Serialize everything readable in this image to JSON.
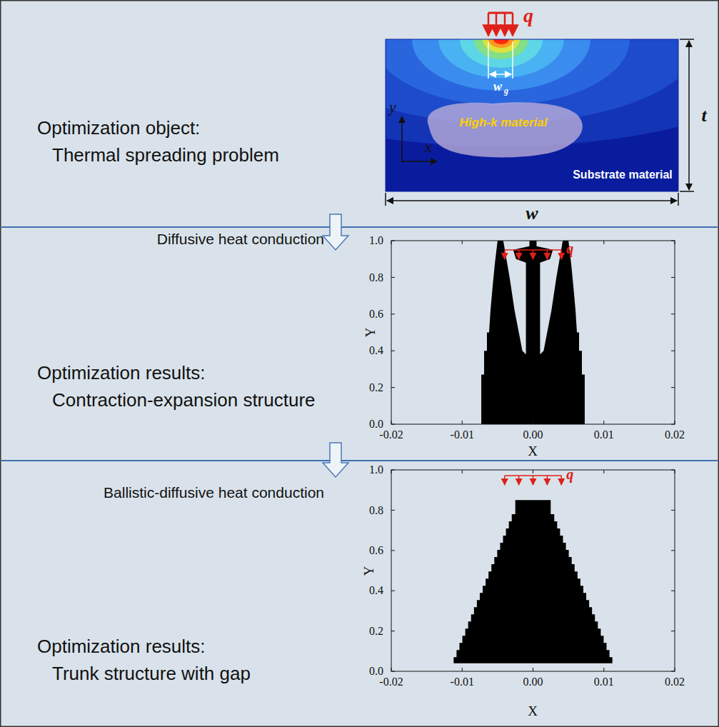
{
  "diagram": {
    "nodes": [
      {
        "text": [
          "Optimization object:",
          "Thermal spreading problem"
        ]
      },
      {
        "text": [
          "Optimization results:",
          "Contraction-expansion structure"
        ]
      },
      {
        "text": [
          "Optimization results:",
          "Trunk structure with gap"
        ]
      }
    ],
    "edges": [
      {
        "from": 0,
        "to": 1,
        "arrow": "to",
        "label": "Diffusive heat conduction"
      },
      {
        "from": 1,
        "to": 2,
        "arrow": "to",
        "label": "Ballistic-diffusive heat conduction"
      }
    ],
    "labels": [
      "q",
      "y",
      "x",
      "High-k material",
      "Substrate material",
      "w",
      "g",
      "t",
      "w",
      "1.0",
      "0.8",
      "0.6",
      "0.4",
      "0.2",
      "0.0",
      "Y",
      "-0.02",
      "-0.01",
      "0.00",
      "0.01",
      "0.02",
      "X",
      "q",
      "1.0",
      "0.8",
      "0.6",
      "0.4",
      "0.2",
      "0.0",
      "Y",
      "-0.02",
      "-0.01",
      "0.00",
      "0.01",
      "0.02",
      "X",
      "q"
    ]
  }
}
